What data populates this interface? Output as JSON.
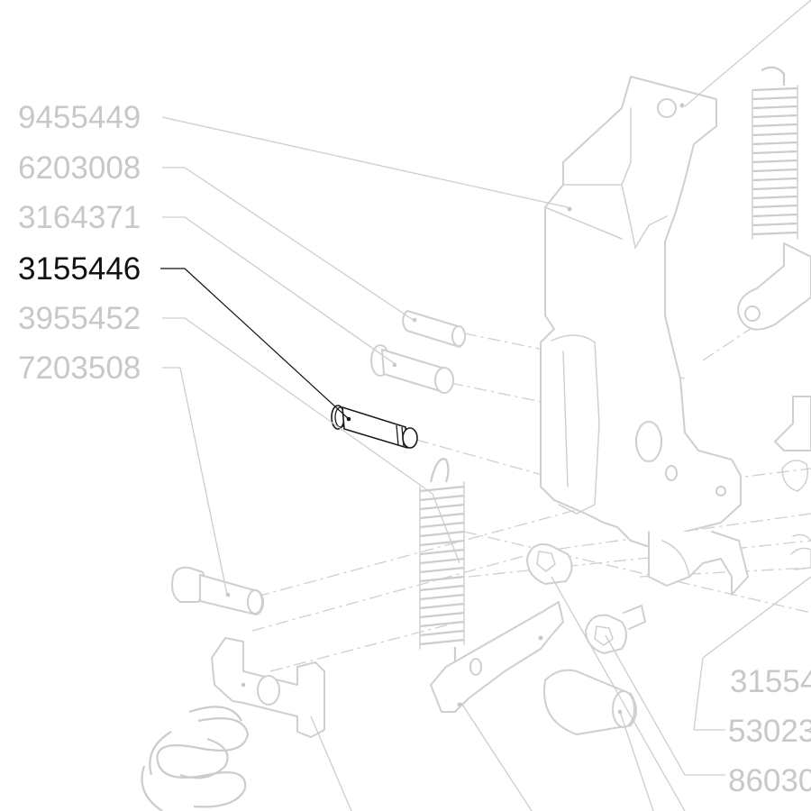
{
  "diagram": {
    "highlighted_part": "3155446",
    "callouts_left": [
      {
        "id": "callout-9455449",
        "label": "9455449",
        "highlighted": false
      },
      {
        "id": "callout-6203008",
        "label": "6203008",
        "highlighted": false
      },
      {
        "id": "callout-3164371",
        "label": "3164371",
        "highlighted": false
      },
      {
        "id": "callout-3155446",
        "label": "3155446",
        "highlighted": true
      },
      {
        "id": "callout-3955452",
        "label": "3955452",
        "highlighted": false
      },
      {
        "id": "callout-7203508",
        "label": "7203508",
        "highlighted": false
      }
    ],
    "callouts_right": [
      {
        "id": "callout-right-1",
        "label": "31554",
        "highlighted": false
      },
      {
        "id": "callout-right-2",
        "label": "53023",
        "highlighted": false
      },
      {
        "id": "callout-right-3",
        "label": "86030",
        "highlighted": false
      }
    ],
    "colors": {
      "inactive": "#c8c8c8",
      "highlight": "#111111",
      "background": "#ffffff"
    }
  }
}
